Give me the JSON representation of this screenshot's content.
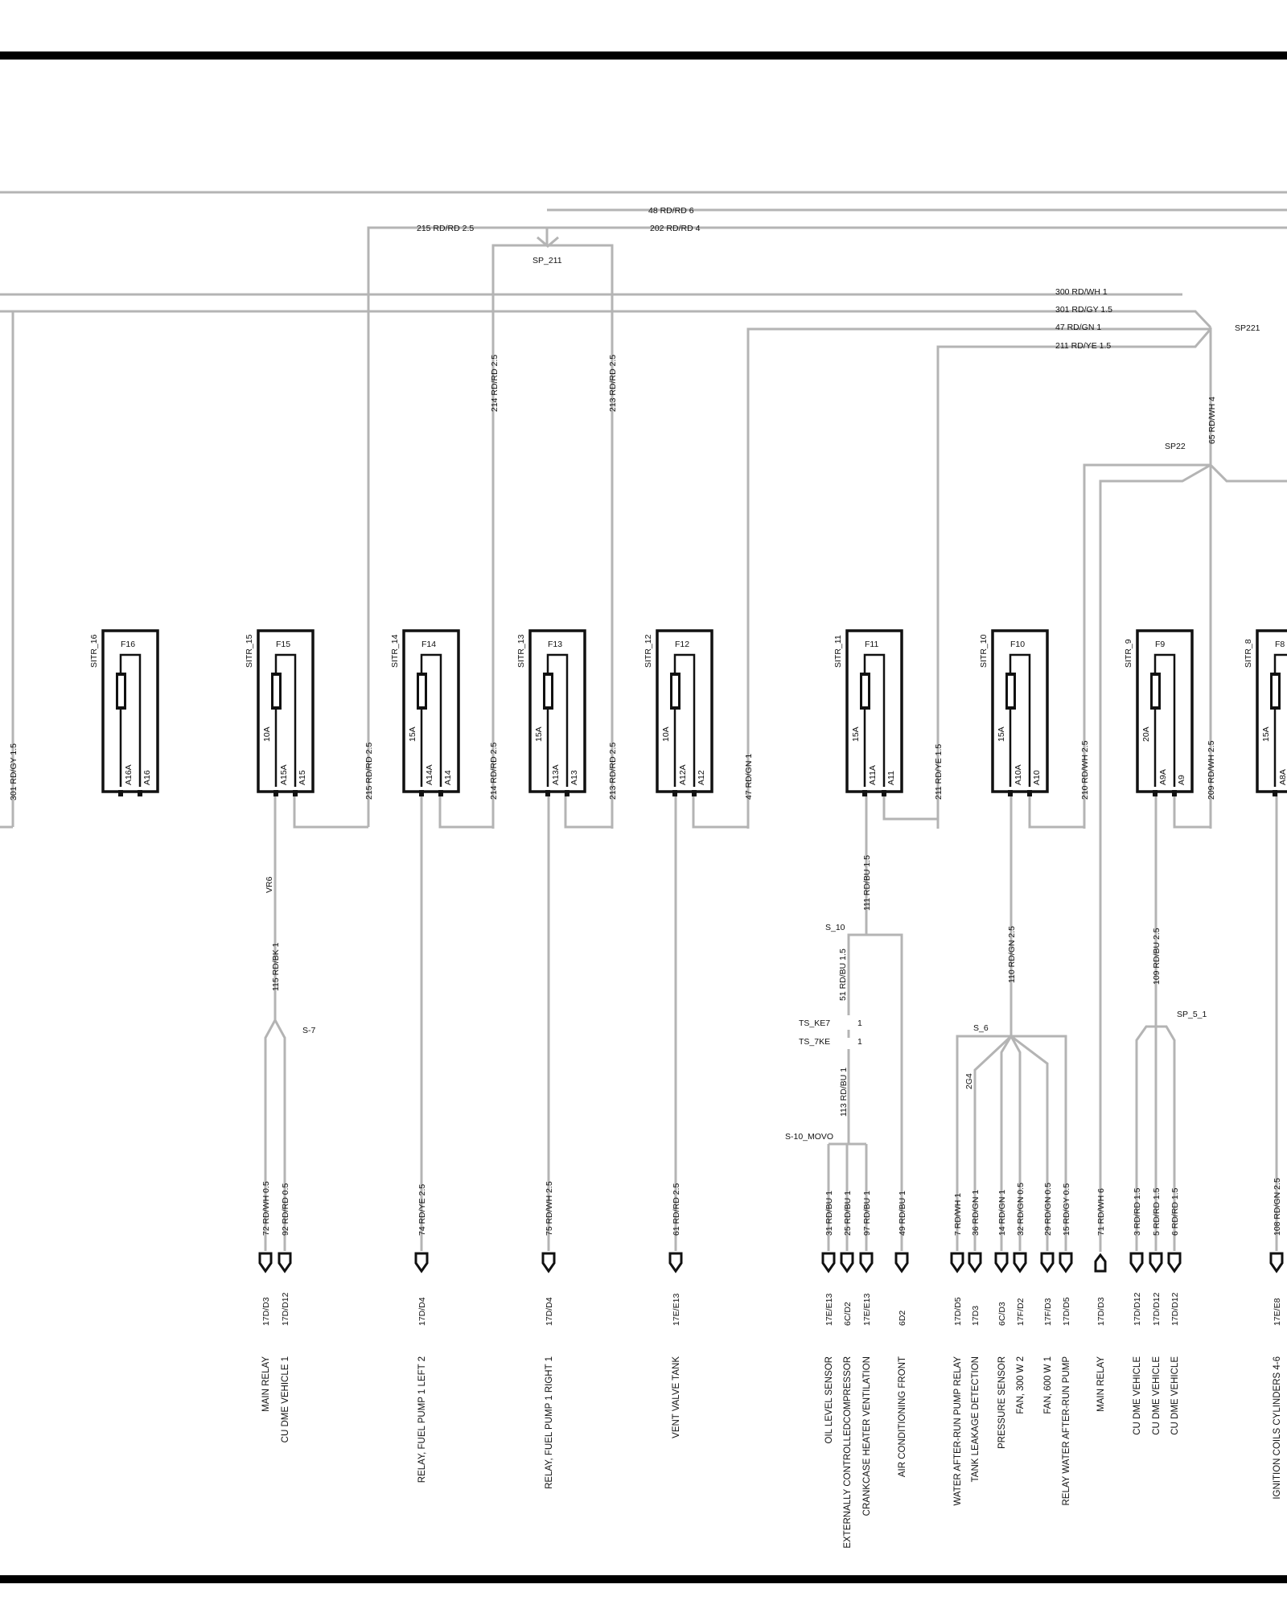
{
  "wires_top": {
    "w48": "48 RD/RD 6",
    "w202": "202 RD/RD 4",
    "w215": "215 RD/RD 2.5",
    "sp211": "SP_211",
    "w300": "300 RD/WH 1",
    "w301": "301 RD/GY 1.5",
    "w47": "47 RD/GN 1",
    "w211": "211 RD/YE 1.5",
    "sp221": "SP221",
    "w214": "214 RD/RD 2.5",
    "w213": "213 RD/RD 2.5",
    "w65": "65 RD/WH 4",
    "sp22": "SP22"
  },
  "fuses": [
    {
      "sitr": "SITR_16",
      "name": "F16",
      "rating": "",
      "pin_a": "A16A",
      "pin_b": "A16",
      "wire": ""
    },
    {
      "sitr": "SITR_15",
      "name": "F15",
      "rating": "10A",
      "pin_a": "A15A",
      "pin_b": "A15",
      "wire": "215 RD/RD 2.5"
    },
    {
      "sitr": "SITR_14",
      "name": "F14",
      "rating": "15A",
      "pin_a": "A14A",
      "pin_b": "A14",
      "wire": "214 RD/RD 2.5"
    },
    {
      "sitr": "SITR_13",
      "name": "F13",
      "rating": "15A",
      "pin_a": "A13A",
      "pin_b": "A13",
      "wire": "213 RD/RD 2.5"
    },
    {
      "sitr": "SITR_12",
      "name": "F12",
      "rating": "10A",
      "pin_a": "A12A",
      "pin_b": "A12",
      "wire": "47 RD/GN 1"
    },
    {
      "sitr": "SITR_11",
      "name": "F11",
      "rating": "15A",
      "pin_a": "A11A",
      "pin_b": "A11",
      "wire": "211 RD/YE 1.5"
    },
    {
      "sitr": "SITR_10",
      "name": "F10",
      "rating": "15A",
      "pin_a": "A10A",
      "pin_b": "A10",
      "wire": "210 RD/WH 2.5"
    },
    {
      "sitr": "SITR_9",
      "name": "F9",
      "rating": "20A",
      "pin_a": "A9A",
      "pin_b": "A9",
      "wire": "209 RD/WH 2.5"
    },
    {
      "sitr": "SITR_8",
      "name": "F8",
      "rating": "15A",
      "pin_a": "A8A",
      "pin_b": "",
      "wire": ""
    }
  ],
  "left_wire": "301 RD/GY 1.5",
  "mid": {
    "vr6": "VR6",
    "w115": "115 RD/BK 1",
    "s7": "S-7",
    "w111": "111 RD/BU 1.5",
    "s10": "S_10",
    "w51": "51 RD/BU 1.5",
    "ts_ke7": "TS_KE7",
    "ts_7ke": "TS_7KE",
    "ts_pin1": "1",
    "ts_pin2": "1",
    "w113": "113 RD/BU 1",
    "s10movo": "S-10_MOVO",
    "w110": "110 RD/GN 2.5",
    "s6": "S_6",
    "g2g4": "2G4",
    "w109": "109 RD/BU 2.5",
    "sp51": "SP_5_1"
  },
  "terminals": [
    {
      "wire": "72 RD/WH 0.5",
      "ref": "17D/D3",
      "desc": [
        "MAIN RELAY"
      ],
      "type": "v"
    },
    {
      "wire": "92 RD/RD 0.5",
      "ref": "17D/D12",
      "desc": [
        "CU DME  VEHICLE  1"
      ],
      "type": "v"
    },
    {
      "wire": "74 RD/YE 2.5",
      "ref": "17D/D4",
      "desc": [
        "RELAY, FUEL PUMP 1  LEFT  2"
      ],
      "type": "v"
    },
    {
      "wire": "75 RD/WH 2.5",
      "ref": "17D/D4",
      "desc": [
        "RELAY, FUEL PUMP 1 RIGHT 1"
      ],
      "type": "v"
    },
    {
      "wire": "61 RD/RD 2.5",
      "ref": "17E/E13",
      "desc": [
        "VENT VALVE   TANK"
      ],
      "type": "v"
    },
    {
      "wire": "31 RD/BU 1",
      "ref": "17E/E13",
      "desc": [
        "OIL LEVEL SENSOR"
      ],
      "type": "v"
    },
    {
      "wire": "25 RD/BU 1",
      "ref": "6C/D2",
      "desc": [
        "EXTERNALLY  CONTROLLEDCOMPRESSOR"
      ],
      "type": "v"
    },
    {
      "wire": "97 RD/BU 1",
      "ref": "17E/E13",
      "desc": [
        "CRANKCASE  HEATER  VENTILATION"
      ],
      "type": "v"
    },
    {
      "wire": "49 RD/BU 1",
      "ref": "6D2",
      "desc": [
        "AIR CONDITIONING  FRONT"
      ],
      "type": "v"
    },
    {
      "wire": "7 RD/WH 1",
      "ref": "17D/D5",
      "desc": [
        "WATER   AFTER-RUN  PUMP RELAY"
      ],
      "type": "v"
    },
    {
      "wire": "36 RD/GN 1",
      "ref": "17D3",
      "desc": [
        "TANK LEAKAGE DETECTION"
      ],
      "type": "v"
    },
    {
      "wire": "14 RD/GN 1",
      "ref": "6C/D3",
      "desc": [
        "PRESSURE SENSOR"
      ],
      "type": "v"
    },
    {
      "wire": "32 RD/GN 0.5",
      "ref": "17F/D2",
      "desc": [
        "FAN, 300 W   2"
      ],
      "type": "v"
    },
    {
      "wire": "29 RD/GN 0.5",
      "ref": "17F/D3",
      "desc": [
        "FAN, 600 W   1"
      ],
      "type": "v"
    },
    {
      "wire": "15 RD/GY 0.5",
      "ref": "17D/D5",
      "desc": [
        "RELAY WATER  AFTER-RUN PUMP"
      ],
      "type": "v"
    },
    {
      "wire": "71 RD/WH 6",
      "ref": "17D/D3",
      "desc": [
        "MAIN RELAY"
      ],
      "type": "up"
    },
    {
      "wire": "3 RD/RD 1.5",
      "ref": "17D/D12",
      "desc": [
        "CU DME   VEHICLE"
      ],
      "type": "v"
    },
    {
      "wire": "5 RD/RD 1.5",
      "ref": "17D/D12",
      "desc": [
        "CU DME   VEHICLE"
      ],
      "type": "v"
    },
    {
      "wire": "6 RD/RD 1.5",
      "ref": "17D/D12",
      "desc": [
        "CU DME   VEHICLE"
      ],
      "type": "v"
    },
    {
      "wire": "108 RD/GN 2.5",
      "ref": "17E/E8",
      "desc": [
        "IGNITION COILS CYLINDERS 4-6"
      ],
      "type": "v"
    }
  ]
}
